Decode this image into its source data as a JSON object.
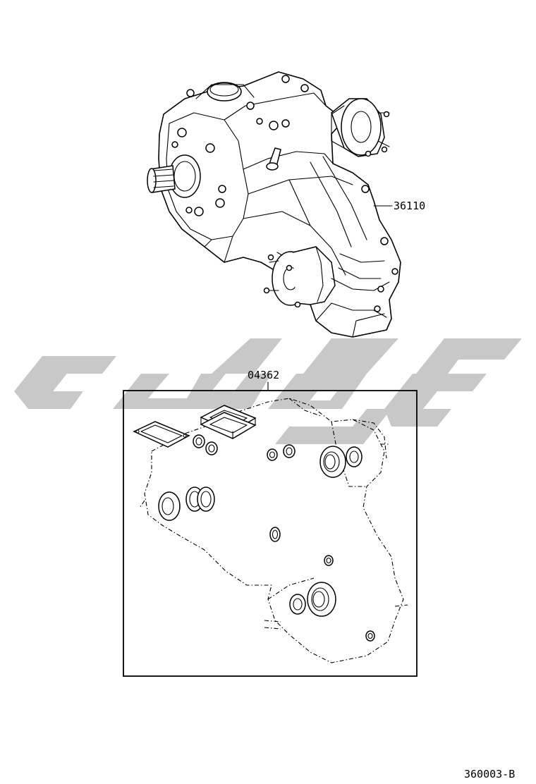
{
  "diagram": {
    "callouts": {
      "transfer_assembly": "36110",
      "gasket_kit": "04362"
    },
    "figure_code": "360003-B",
    "watermark_color": "#c8c8c8",
    "line_color": "#000000"
  }
}
